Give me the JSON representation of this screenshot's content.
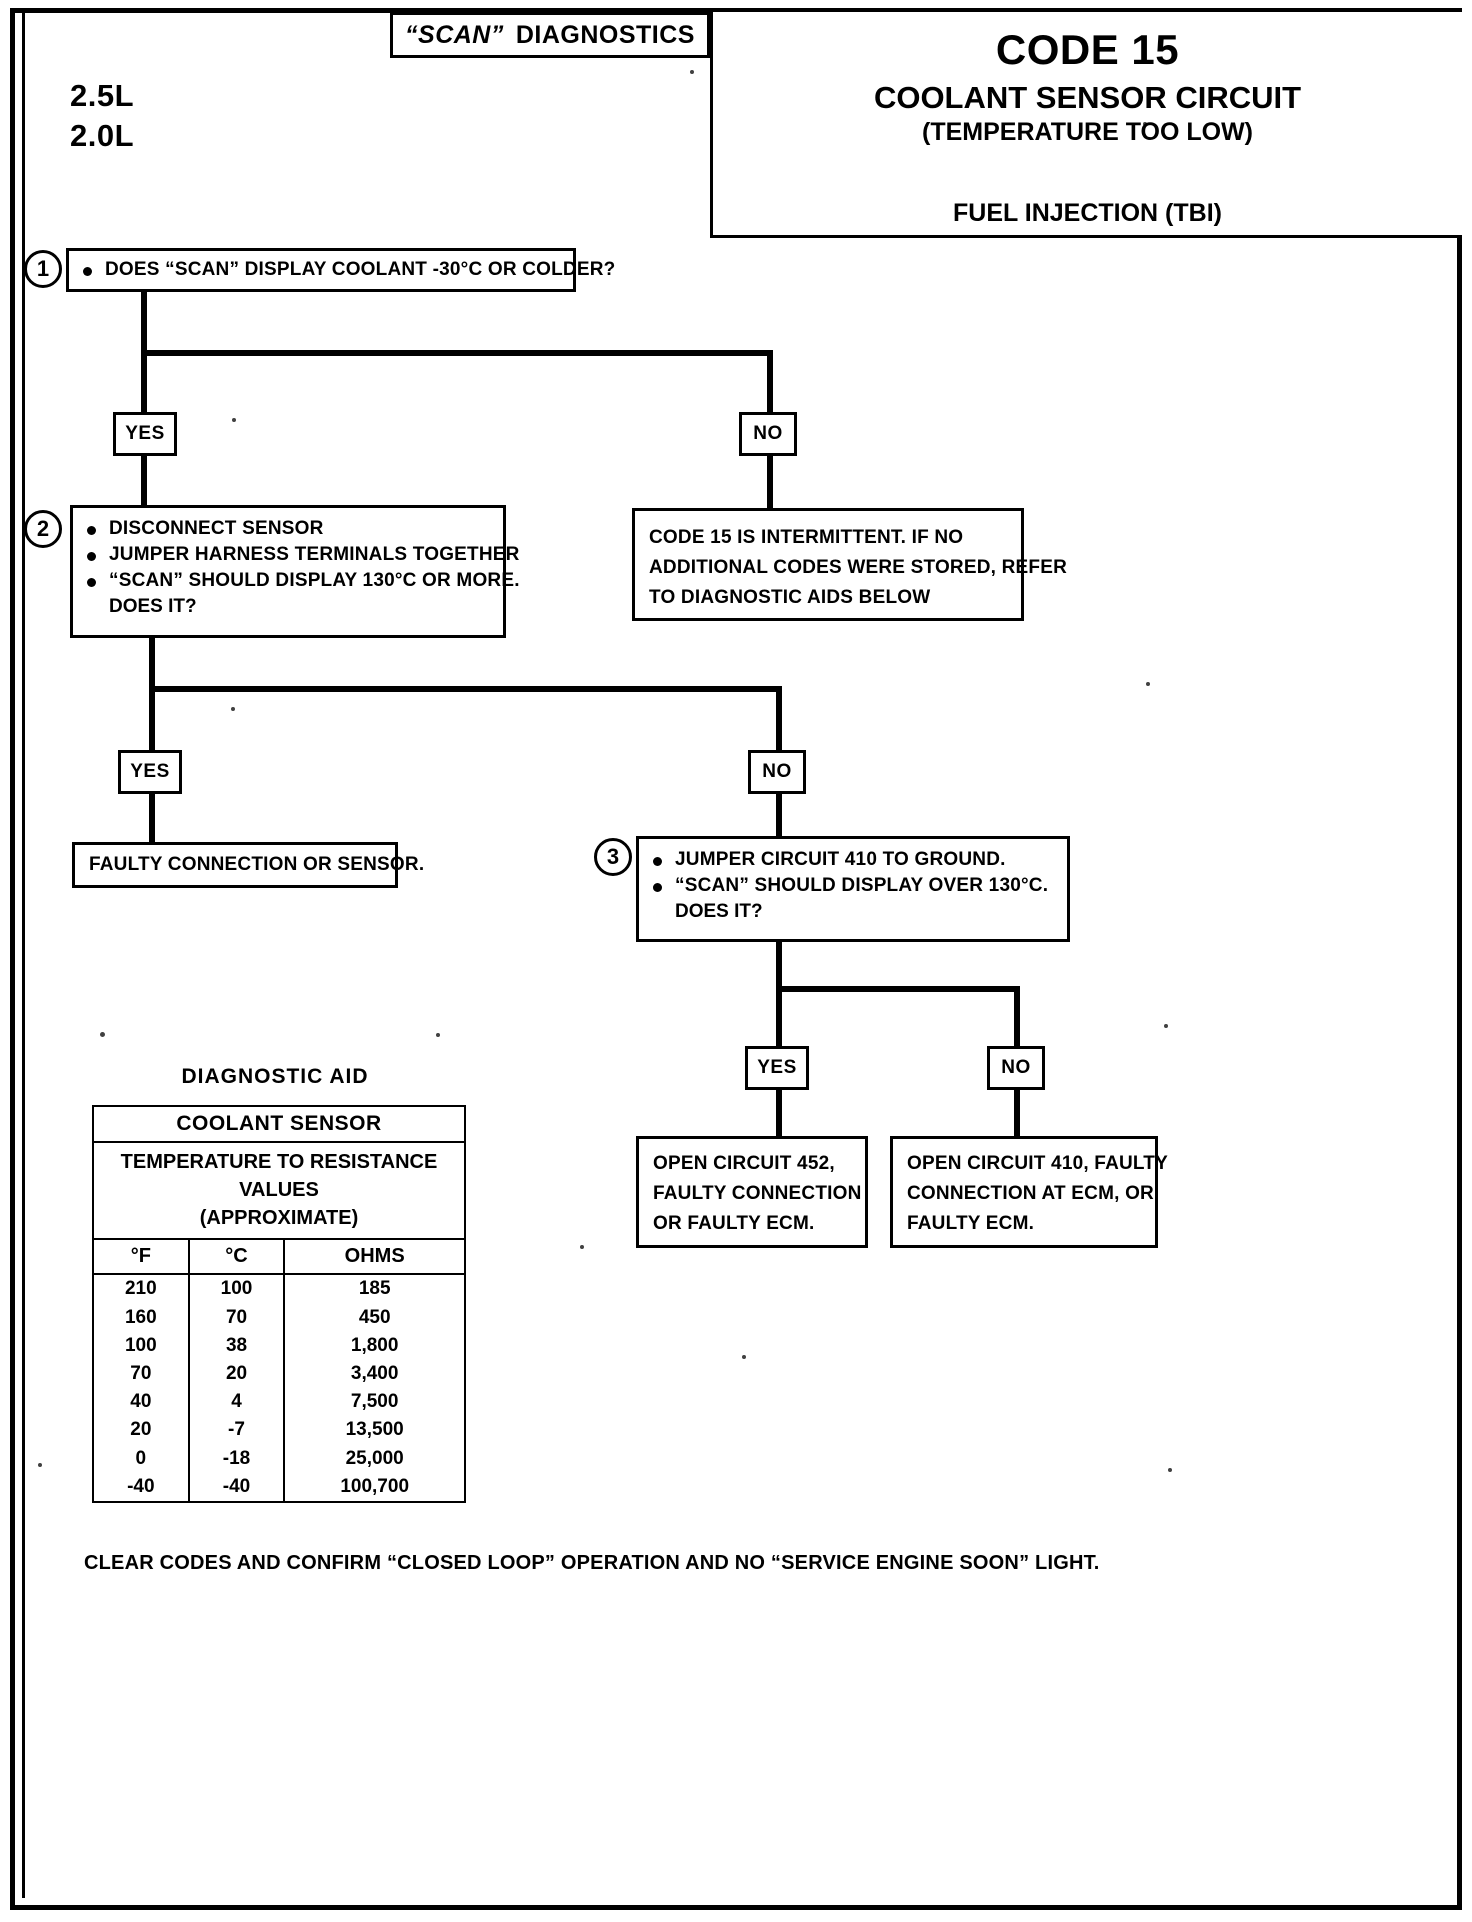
{
  "header": {
    "scan_title_italic": "“SCAN”",
    "scan_title_rest": "DIAGNOSTICS",
    "code_title": "CODE 15",
    "code_sub1": "COOLANT SENSOR CIRCUIT",
    "code_sub2": "(TEMPERATURE TOO LOW)",
    "code_sub3": "FUEL INJECTION (TBI)",
    "engine_1": "2.5L",
    "engine_2": "2.0L"
  },
  "steps": {
    "step1": {
      "number": "1",
      "line1": "DOES “SCAN” DISPLAY COOLANT -30°C OR COLDER?"
    },
    "step2": {
      "number": "2",
      "line1": "DISCONNECT SENSOR",
      "line2": "JUMPER HARNESS TERMINALS TOGETHER",
      "line3": "“SCAN” SHOULD DISPLAY 130°C OR MORE.",
      "line4": "DOES IT?"
    },
    "step3": {
      "number": "3",
      "line1": "JUMPER CIRCUIT 410 TO GROUND.",
      "line2": "“SCAN” SHOULD DISPLAY OVER 130°C.",
      "line3": "DOES IT?"
    }
  },
  "branches": {
    "yes1": "YES",
    "no1": "NO",
    "yes2": "YES",
    "no2": "NO",
    "yes3": "YES",
    "no3": "NO"
  },
  "results": {
    "intermittent": {
      "line1": "CODE 15 IS INTERMITTENT.  IF NO",
      "line2": "ADDITIONAL CODES WERE STORED,  REFER",
      "line3": "TO DIAGNOSTIC AIDS BELOW"
    },
    "faulty_connection": {
      "line1": "FAULTY CONNECTION OR SENSOR."
    },
    "open452": {
      "line1": "OPEN CIRCUIT 452,",
      "line2": "FAULTY CONNECTION",
      "line3": "OR FAULTY ECM."
    },
    "open410": {
      "line1": "OPEN CIRCUIT 410, FAULTY",
      "line2": "CONNECTION AT ECM, OR",
      "line3": "FAULTY ECM."
    }
  },
  "diagnostic_aid": {
    "label": "DIAGNOSTIC AID",
    "table_title": "COOLANT SENSOR",
    "table_sub_line1": "TEMPERATURE TO RESISTANCE VALUES",
    "table_sub_line2": "(APPROXIMATE)",
    "columns": [
      "°F",
      "°C",
      "OHMS"
    ],
    "rows": [
      [
        "210",
        "100",
        "185"
      ],
      [
        "160",
        "70",
        "450"
      ],
      [
        "100",
        "38",
        "1,800"
      ],
      [
        "70",
        "20",
        "3,400"
      ],
      [
        "40",
        "4",
        "7,500"
      ],
      [
        "20",
        "-7",
        "13,500"
      ],
      [
        "0",
        "-18",
        "25,000"
      ],
      [
        "-40",
        "-40",
        "100,700"
      ]
    ]
  },
  "footer": {
    "note": "CLEAR CODES AND CONFIRM “CLOSED LOOP”  OPERATION AND NO “SERVICE ENGINE SOON” LIGHT."
  }
}
